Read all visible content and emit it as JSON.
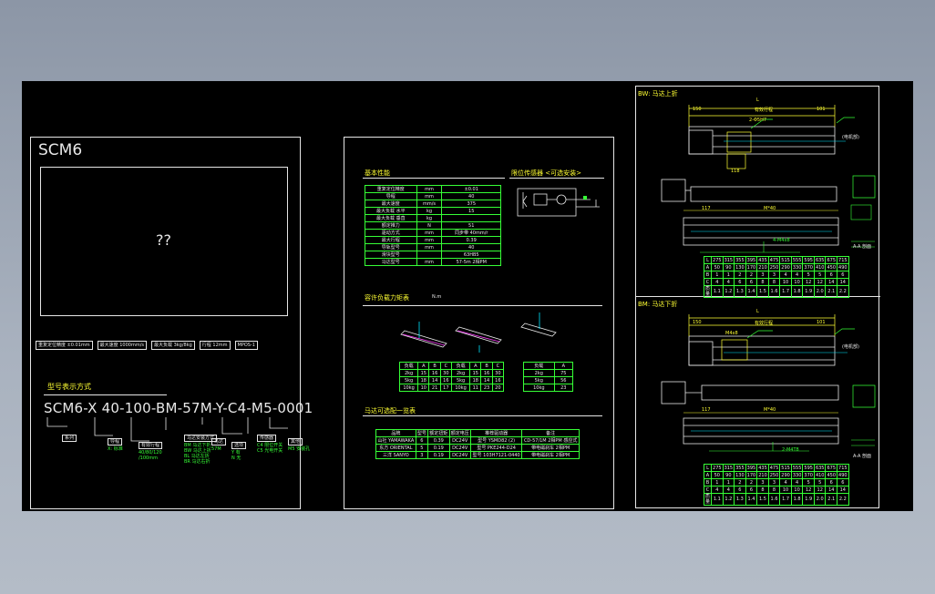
{
  "left_sheet": {
    "title": "SCM6",
    "placeholder": "??",
    "tags": [
      "重复定位精度 ±0.01mm",
      "最大速度 1000mm/s",
      "最大负载 3kg/8kg",
      "行程 12mm",
      "MPOS-1"
    ],
    "model_heading": "型号表示方式",
    "model_code": "SCM6-X 40-100-BM-57M-Y-C4-M5-0001",
    "code_notes": [
      [
        "系列"
      ],
      [
        "导程",
        "X: 标准"
      ],
      [
        "有效行程",
        "40/80/120",
        "/100mm"
      ],
      [
        "马达安装方式",
        "BM 马达下折",
        "BW 马达上折",
        "BL 马达左折",
        "BR 马达右折"
      ],
      [
        "马达",
        "57M"
      ],
      [
        "选项",
        "Y 有",
        "N 无"
      ],
      [
        "传感器",
        "C4 限位开关",
        "C5 光电开关"
      ],
      [
        "其他",
        "M5 安装孔"
      ]
    ]
  },
  "middle_sheet": {
    "spec_heading": "基本性能",
    "spec_rows": [
      [
        "重复定位精度",
        "mm",
        "±0.01"
      ],
      [
        "导程",
        "mm",
        "40"
      ],
      [
        "最大速度",
        "mm/s",
        "375"
      ],
      [
        "最大负载 水平",
        "kg",
        "15"
      ],
      [
        "最大负载 垂直",
        "kg",
        ""
      ],
      [
        "额定推力",
        "N",
        "51"
      ],
      [
        "驱动方式",
        "mm",
        "同步带 40mm/r"
      ],
      [
        "最大行程",
        "mm",
        "0.39"
      ],
      [
        "导轨型号",
        "mm",
        "40"
      ],
      [
        "滑块型号",
        "",
        "63HB5"
      ],
      [
        "马达型号",
        "mm",
        "57-5m 2相PM"
      ]
    ],
    "sensor_heading": "限位传感器 <可选安装>",
    "moment_heading": "容许负载力矩表",
    "moment_unit": "N.m",
    "moment_header": [
      "负载",
      "A",
      "B",
      "C",
      "负载",
      "A",
      "B",
      "C"
    ],
    "moment_rows": [
      [
        "2kg",
        "15",
        "16",
        "30",
        "2kg",
        "15",
        "16",
        "30"
      ],
      [
        "5kg",
        "18",
        "14",
        "16",
        "5kg",
        "18",
        "14",
        "16"
      ],
      [
        "10kg",
        "10",
        "21",
        "17",
        "10kg",
        "11",
        "23",
        "20"
      ]
    ],
    "moment_side_header": [
      "负载",
      "A"
    ],
    "moment_side_rows": [
      [
        "2kg",
        "75"
      ],
      [
        "5kg",
        "56"
      ],
      [
        "10kg",
        "23"
      ]
    ],
    "motor_heading": "马达可选配一览表",
    "motor_header": [
      "品牌",
      "型号",
      "额定扭矩",
      "额定电压",
      "推荐驱动器",
      "备注"
    ],
    "motor_rows": [
      [
        "山社 YAMAWAKA",
        "6",
        "0.39",
        "DC24V",
        "型号 YSMD82 (2)",
        "CD-57/1M 2相PM 感应式"
      ],
      [
        "东方 ORIENTAL",
        "5",
        "0.19",
        "DC24V",
        "型号 PKE244-D24",
        "带电磁刹车 2相PM"
      ],
      [
        "三洋 SANYO",
        "3",
        "0.19",
        "DC24V",
        "型号 103H7121-0440",
        "带电磁刹车 2相PM"
      ]
    ]
  },
  "right_sheet": {
    "bw_title": "BW: 马达上折",
    "bm_title": "BM: 马达下折",
    "dim_labels": [
      "L",
      "150",
      "有效行程",
      "101",
      "(电机部)",
      "2-Φ5H7",
      "M4x8",
      "118",
      "117",
      "M*40",
      "2-M4T8",
      "4-M4x8"
    ],
    "bw_table_rows": [
      [
        "L",
        "275",
        "315",
        "355",
        "395",
        "435",
        "475",
        "515",
        "555",
        "595",
        "635",
        "675",
        "715"
      ],
      [
        "A",
        "50",
        "90",
        "130",
        "170",
        "210",
        "250",
        "290",
        "330",
        "370",
        "410",
        "450",
        "490"
      ],
      [
        "B",
        "1",
        "1",
        "2",
        "2",
        "3",
        "3",
        "4",
        "4",
        "5",
        "5",
        "6",
        "6"
      ],
      [
        "C",
        "4",
        "4",
        "6",
        "6",
        "8",
        "8",
        "10",
        "10",
        "12",
        "12",
        "14",
        "14"
      ],
      [
        "质量",
        "1.1",
        "1.2",
        "1.3",
        "1.4",
        "1.5",
        "1.6",
        "1.7",
        "1.8",
        "1.9",
        "2.0",
        "2.1",
        "2.2"
      ]
    ],
    "bm_table_rows": [
      [
        "L",
        "275",
        "315",
        "355",
        "395",
        "435",
        "475",
        "515",
        "555",
        "595",
        "635",
        "675",
        "715"
      ],
      [
        "A",
        "50",
        "90",
        "130",
        "170",
        "210",
        "250",
        "290",
        "330",
        "370",
        "410",
        "450",
        "490"
      ],
      [
        "B",
        "1",
        "1",
        "2",
        "2",
        "3",
        "3",
        "4",
        "4",
        "5",
        "5",
        "6",
        "6"
      ],
      [
        "C",
        "4",
        "4",
        "6",
        "6",
        "8",
        "8",
        "10",
        "10",
        "12",
        "12",
        "14",
        "14"
      ],
      [
        "质量",
        "1.1",
        "1.2",
        "1.3",
        "1.4",
        "1.5",
        "1.6",
        "1.7",
        "1.8",
        "1.9",
        "2.0",
        "2.1",
        "2.2"
      ]
    ],
    "detail_label": "A-A 剖面"
  },
  "colors": {
    "background": "#000000",
    "line": "#e6e6e6",
    "green": "#36ff36",
    "yellow": "#ffff33",
    "cyan": "#00e5ff",
    "magenta": "#ff3cff"
  }
}
